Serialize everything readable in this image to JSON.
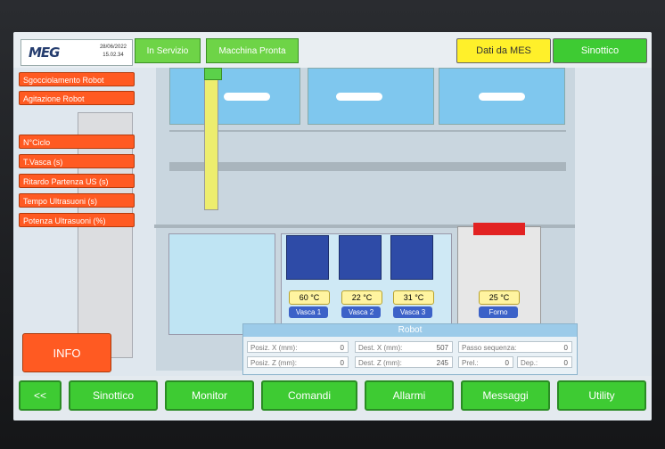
{
  "header": {
    "logo_text": "MEG",
    "date": "28/06/2022",
    "time": "15.02.34",
    "status_service": "In Servizio",
    "status_ready": "Macchina Pronta",
    "mes_button": "Dati da MES",
    "sinottico_button": "Sinottico"
  },
  "left_panel": {
    "items": [
      "Sgocciolamento Robot",
      "Agitazione Robot",
      "N°Ciclo",
      "T.Vasca (s)",
      "Ritardo Partenza US (s)",
      "Tempo Ultrasuoni (s)",
      "Potenza Ultrasuoni (%)"
    ],
    "info_button": "INFO"
  },
  "stations": [
    {
      "label": "Vasca 1",
      "temp": "60 °C"
    },
    {
      "label": "Vasca 2",
      "temp": "22 °C"
    },
    {
      "label": "Vasca 3",
      "temp": "31 °C"
    },
    {
      "label": "Forno",
      "temp": "25 °C"
    }
  ],
  "robot": {
    "title": "Robot",
    "pos_x_label": "Posiz. X (mm):",
    "pos_x": "0",
    "pos_z_label": "Posiz. Z (mm):",
    "pos_z": "0",
    "dest_x_label": "Dest. X (mm):",
    "dest_x": "507",
    "dest_z_label": "Dest. Z (mm):",
    "dest_z": "245",
    "step_label": "Passo sequenza:",
    "step": "0",
    "prel_label": "Prel.:",
    "prel": "0",
    "dep_label": "Dep.:",
    "dep": "0"
  },
  "nav": {
    "back": "<<",
    "items": [
      "Sinottico",
      "Monitor",
      "Comandi",
      "Allarmi",
      "Messaggi",
      "Utility"
    ]
  },
  "colors": {
    "status_green": "#6ed447",
    "nav_green": "#3ecb33",
    "parameter_orange": "#ff5a22",
    "mes_yellow": "#fff02a",
    "tank_blue": "#2e4ba7"
  }
}
